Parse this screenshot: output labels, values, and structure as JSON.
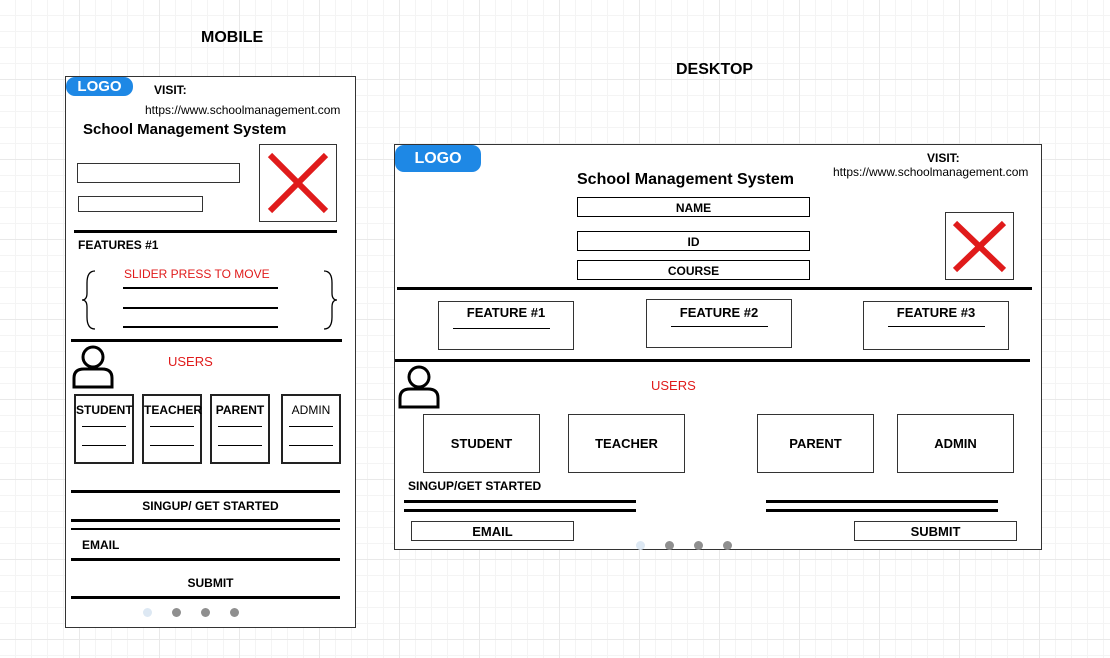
{
  "labels": {
    "mobile": "MOBILE",
    "desktop": "DESKTOP"
  },
  "mobile": {
    "logo": "LOGO",
    "visit_label": "VISIT:",
    "url": "https://www.schoolmanagement.com",
    "title": "School Management System",
    "features_heading": "FEATURES #1",
    "slider_text": "SLIDER PRESS TO MOVE",
    "users_label": "USERS",
    "user_cards": [
      "STUDENT",
      "TEACHER",
      "PARENT",
      "ADMIN"
    ],
    "signup_label": "SINGUP/ GET STARTED",
    "email_label": "EMAIL",
    "submit_label": "SUBMIT",
    "pager": {
      "count": 4,
      "active": 0
    }
  },
  "desktop": {
    "logo": "LOGO",
    "visit_label": "VISIT:",
    "url": "https://www.schoolmanagement.com",
    "title": "School Management System",
    "fields": [
      "NAME",
      "ID",
      "COURSE"
    ],
    "features": [
      "FEATURE #1",
      "FEATURE #2",
      "FEATURE #3"
    ],
    "users_label": "USERS",
    "user_cards": [
      "STUDENT",
      "TEACHER",
      "PARENT",
      "ADMIN"
    ],
    "signup_label": "SINGUP/GET STARTED",
    "email_label": "EMAIL",
    "submit_label": "SUBMIT",
    "pager": {
      "count": 4,
      "active": 0
    }
  },
  "colors": {
    "logo": "#1e88e5",
    "accent_red": "#e01b1b"
  }
}
